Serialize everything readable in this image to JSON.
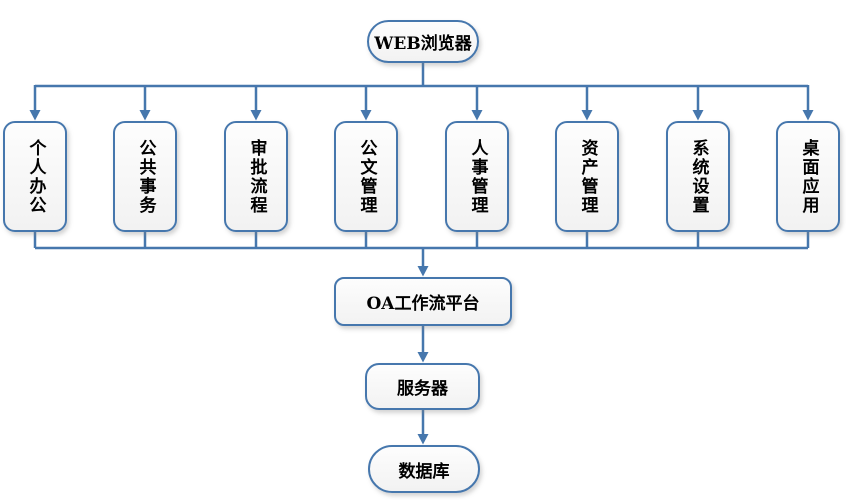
{
  "nodes": {
    "web_browser": "WEB浏览器",
    "oa_platform": "OA工作流平台",
    "server": "服务器",
    "database": "数据库"
  },
  "modules": [
    "个人办公",
    "公共事务",
    "审批流程",
    "公文管理",
    "人事管理",
    "资产管理",
    "系统设置",
    "桌面应用"
  ],
  "colors": {
    "connector_line": "#4677ad",
    "node_border": "#4677ad",
    "node_fill_top": "#fdfdfd",
    "node_fill_bottom": "#f2f2f2",
    "text": "#000000",
    "background": "#ffffff"
  }
}
